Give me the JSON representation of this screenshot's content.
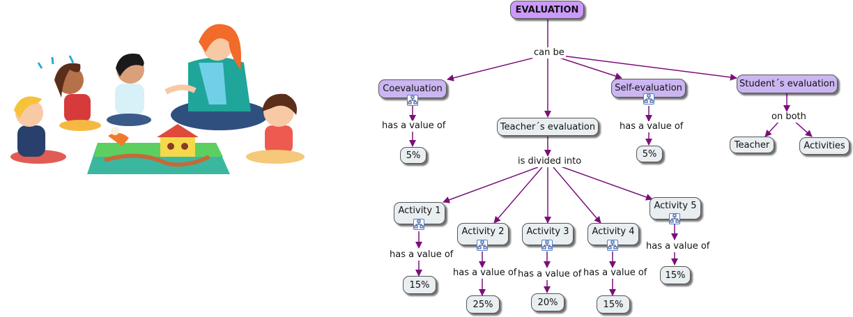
{
  "map": {
    "root": "EVALUATION",
    "root_link": "can be",
    "coevaluation": "Coevaluation",
    "coevaluation_link": "has a value of",
    "coevaluation_value": "5%",
    "teacher_evaluation": "Teacher´s evaluation",
    "teacher_link": "is divided into",
    "self_evaluation": "Self-evaluation",
    "self_link": "has a value of",
    "self_value": "5%",
    "student_evaluation": "Student´s evaluation",
    "student_link": "on both",
    "student_children": [
      "Teacher",
      "Activities"
    ],
    "activities": [
      {
        "label": "Activity 1",
        "link": "has a value of",
        "value": "15%"
      },
      {
        "label": "Activity 2",
        "link": "has a value of",
        "value": "25%"
      },
      {
        "label": "Activity 3",
        "link": "has a value of",
        "value": "20%"
      },
      {
        "label": "Activity 4",
        "link": "has a value of",
        "value": "15%"
      },
      {
        "label": "Activity 5",
        "link": "has a value of",
        "value": "15%"
      }
    ]
  },
  "colors": {
    "edge": "#7a0f7a",
    "root_fill": "#cc99ff",
    "purple_fill": "#cbb6f2",
    "gray_fill": "#e9eef1"
  },
  "icons": {
    "submap": "submap-link-icon",
    "illustration": "teacher-with-children-illustration"
  }
}
